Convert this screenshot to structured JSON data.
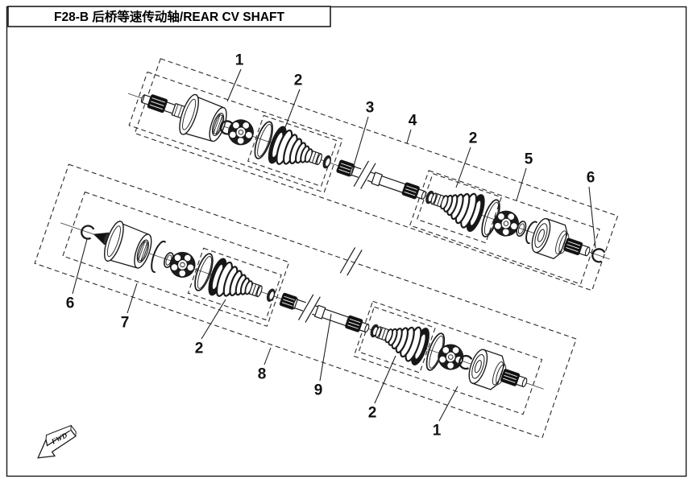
{
  "title": "F28-B 后桥等速传动轴/REAR CV SHAFT",
  "fwd_label": "FWD",
  "callouts": {
    "upper": [
      "1",
      "2",
      "3",
      "4",
      "2",
      "5",
      "6"
    ],
    "lower": [
      "6",
      "7",
      "2",
      "8",
      "9",
      "2",
      "1"
    ]
  },
  "colors": {
    "ink": "#1a1a1a",
    "paper": "#ffffff"
  }
}
